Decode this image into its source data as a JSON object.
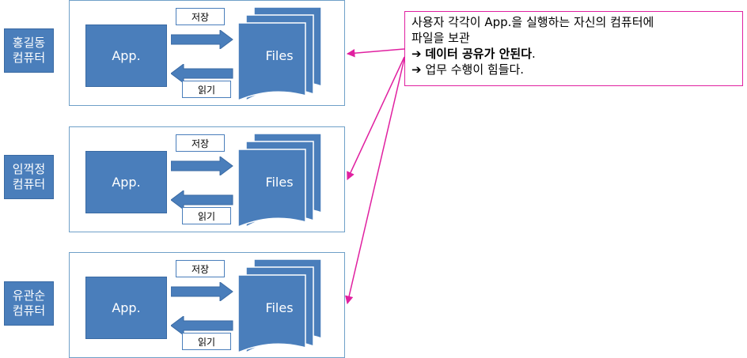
{
  "users": [
    {
      "line1": "홍길동",
      "line2": "컴퓨터"
    },
    {
      "line1": "임꺽정",
      "line2": "컴퓨터"
    },
    {
      "line1": "유관순",
      "line2": "컴퓨터"
    }
  ],
  "panel": {
    "app_label": "App.",
    "files_label": "Files",
    "save_label": "저장",
    "read_label": "읽기"
  },
  "note": {
    "line1": "사용자 각각이 App.을 실행하는 자신의 컴퓨터에",
    "line2": "파일을 보관",
    "line3_arrow": "➔",
    "line3_text": "데이터 공유가 안된다",
    "line3_end": ".",
    "line4_arrow": "➔",
    "line4_text": "업무 수행이 힘들다."
  },
  "colors": {
    "box_blue": "#4a7ebb",
    "panel_border": "#6fa0c8",
    "connector_magenta": "#e020a0"
  }
}
